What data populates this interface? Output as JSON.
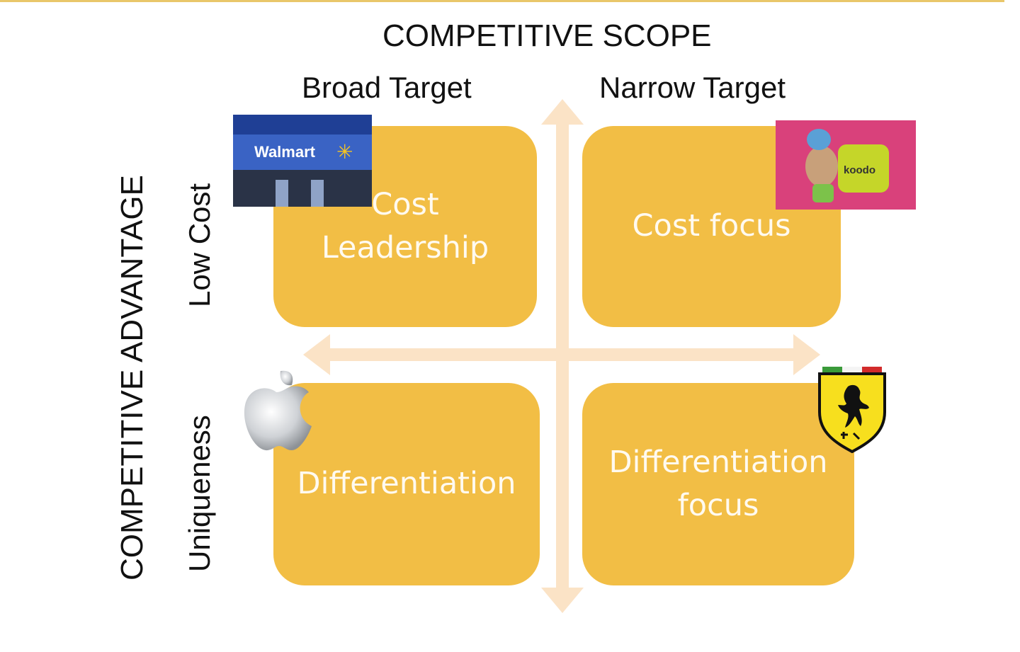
{
  "diagram": {
    "scope_title": "COMPETITIVE SCOPE",
    "columns": [
      "Broad Target",
      "Narrow Target"
    ],
    "advantage_title": "COMPETITIVE ADVANTAGE",
    "rows": [
      "Low Cost",
      "Uniqueness"
    ],
    "quadrants": [
      {
        "label": "Cost\nLeadership",
        "logo": "walmart-logo"
      },
      {
        "label": "Cost focus",
        "logo": "koodo-logo"
      },
      {
        "label": "Differentiation",
        "logo": "apple-logo"
      },
      {
        "label": "Differentiation\nfocus",
        "logo": "ferrari-logo"
      }
    ],
    "logos": {
      "walmart": "Walmart",
      "koodo": "koodo"
    },
    "colors": {
      "quadrant_fill": "#f2be45",
      "quadrant_text": "#fffaf0",
      "axis_arrow": "#fbe3c6",
      "top_rule": "#e9c76a"
    }
  }
}
